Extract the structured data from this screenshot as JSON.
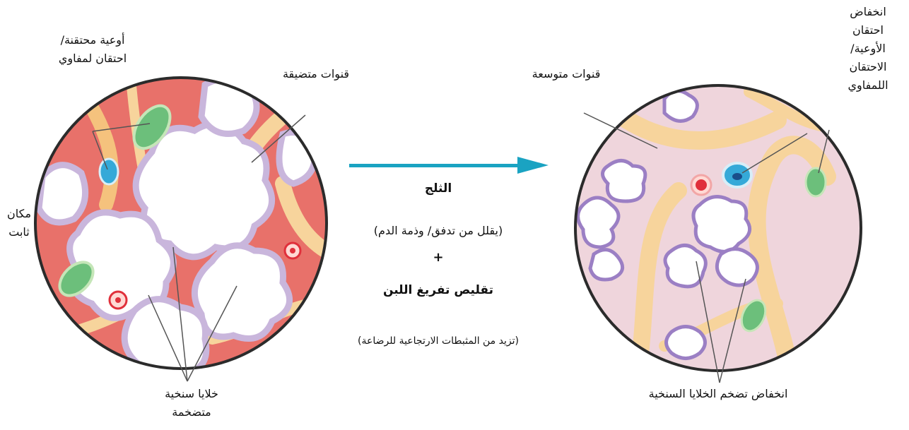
{
  "left": {
    "engorged_label": "أوعية محتقنة/ احتقان لمفاوي",
    "engorged_lines": [
      "أوعية محتقنة/",
      "احتقان لمفاوي"
    ],
    "narrowed_label": "قنوات متضيقة",
    "fixed_place_lines": [
      "مكان",
      "ثابت"
    ],
    "alveoli_lines": [
      "خلايا سنخية",
      "متضخمة"
    ]
  },
  "center": {
    "title": "الثلج",
    "subtitle": "(يقلل من تدفق/ وذمة الدم)",
    "plus": "+",
    "action": "تقليص تفريغ اللبن",
    "note": "(تزيد من المثبطات الارتجاعية للرضاعة)"
  },
  "right": {
    "dilated_label": "قنوات متوسعة",
    "decreased_lines": [
      "انخفاض",
      "احتقان",
      "الأوعية/",
      "الاحتقان",
      "اللمفاوي"
    ],
    "alveoli_label": "انخفاض تضخم الخلايا السنخية"
  },
  "colors": {
    "left_bg": "#e8716a",
    "right_bg": "#efd5dc",
    "duct": "#f7d49c",
    "alveolus": "#c9b6dc",
    "arrow": "#1aa3c2",
    "vessel_blue": "#35a9d8",
    "vessel_red": "#e0303b",
    "lymph_green": "#6cbf7b"
  }
}
